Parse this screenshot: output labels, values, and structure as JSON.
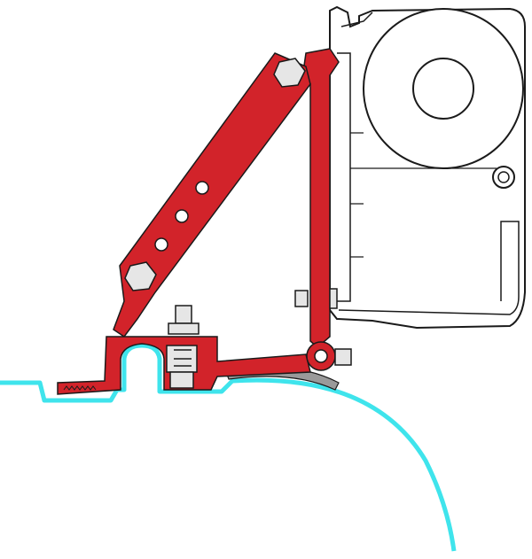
{
  "colors": {
    "bracket": "#d2232a",
    "bracket_highlight": "#e8585c",
    "vehicle_profile": "#3fe4ec",
    "seal_strip": "#9a9a9a",
    "outline": "#1a1a1a",
    "awning_fill": "#ffffff",
    "bolt_fill": "#e6e6e6"
  },
  "icons": [
    "awning-cassette",
    "roller-tube",
    "mounting-bracket",
    "hex-bolt",
    "adjustment-holes",
    "vehicle-roof-profile",
    "rubber-seal-strip"
  ]
}
